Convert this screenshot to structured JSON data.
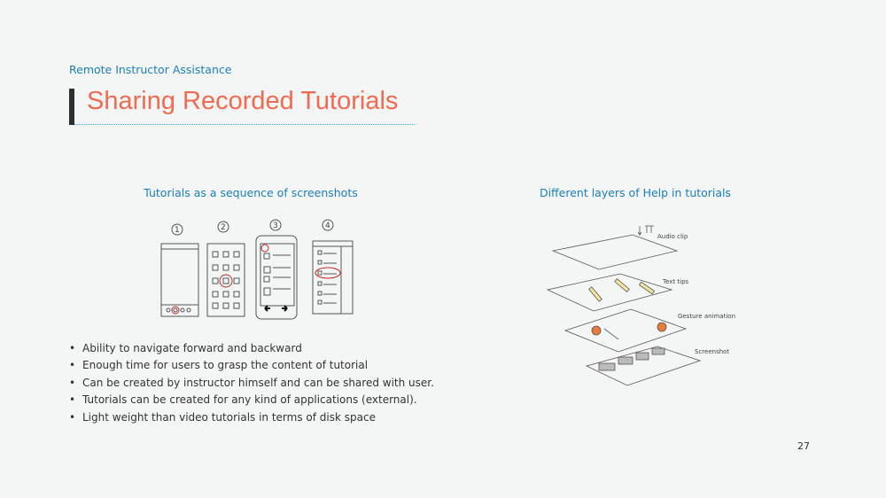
{
  "header": {
    "section": "Remote Instructor Assistance",
    "title": "Sharing Recorded Tutorials"
  },
  "left": {
    "caption": "Tutorials as a sequence of screenshots",
    "steps": [
      "1",
      "2",
      "3",
      "4"
    ]
  },
  "right": {
    "caption": "Different layers of Help in tutorials",
    "layers": [
      "Audio clip",
      "Text tips",
      "Gesture animation",
      "Screenshot"
    ]
  },
  "bullets": [
    "Ability to navigate forward and backward",
    "Enough time for users to grasp the content of tutorial",
    "Can be created by instructor himself and can be shared with user.",
    "Tutorials can be created for any kind of applications (external).",
    "Light weight than video tutorials in terms of disk space"
  ],
  "page_number": "27",
  "colors": {
    "accent": "#1a7fc1",
    "title": "#f26b50"
  }
}
